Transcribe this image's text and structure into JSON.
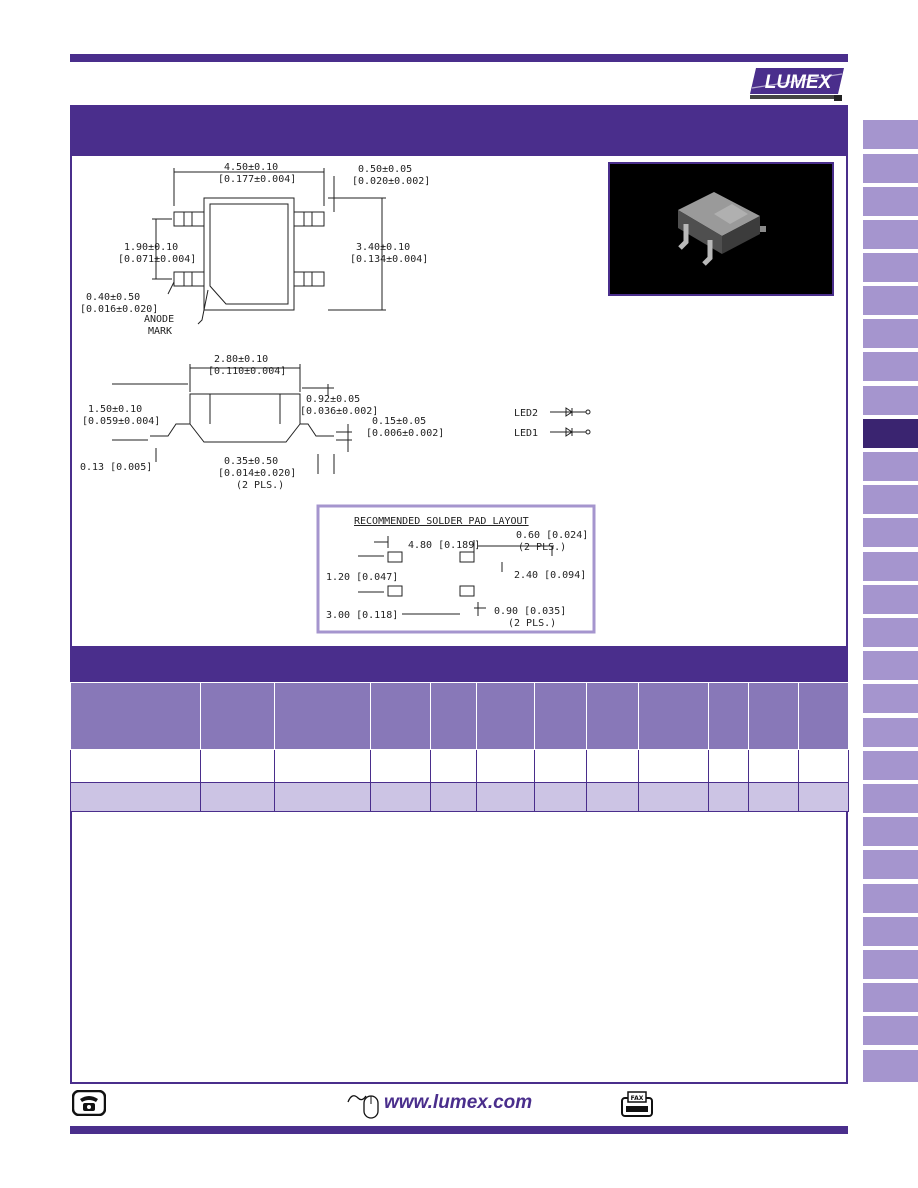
{
  "brand": {
    "logo_text": "LUMEX"
  },
  "outline": {
    "dim_width": "4.50±0.10",
    "dim_width_in": "[0.177±0.004]",
    "dim_lead_width": "0.50±0.05",
    "dim_lead_width_in": "[0.020±0.002]",
    "dim_pitch": "1.90±0.10",
    "dim_pitch_in": "[0.071±0.004]",
    "dim_height": "3.40±0.10",
    "dim_height_in": "[0.134±0.004]",
    "dim_lead_len": "0.40±0.50",
    "dim_lead_len_in": "[0.016±0.020]",
    "anode_label_1": "ANODE",
    "anode_label_2": "MARK"
  },
  "side": {
    "dim_body": "2.80±0.10",
    "dim_body_in": "[0.110±0.004]",
    "dim_total_h": "1.50±0.10",
    "dim_total_h_in": "[0.059±0.004]",
    "dim_lead_h": "0.92±0.05",
    "dim_lead_h_in": "[0.036±0.002]",
    "dim_lead_t": "0.15±0.05",
    "dim_lead_t_in": "[0.006±0.002]",
    "dim_standoff": "0.13  [0.005]",
    "dim_foot": "0.35±0.50",
    "dim_foot_in": "[0.014±0.020]",
    "dim_foot_pls": "(2 PLS.)"
  },
  "schematic": {
    "led2": "LED2",
    "led1": "LED1"
  },
  "pad_layout": {
    "title": "RECOMMENDED SOLDER PAD LAYOUT",
    "d1": "4.80  [0.189]",
    "d2": "0.60  [0.024]",
    "d2_pls": "(2 PLS.)",
    "d3": "1.20  [0.047]",
    "d4": "2.40  [0.094]",
    "d5": "3.00  [0.118]",
    "d6": "0.90  [0.035]",
    "d6_pls": "(2 PLS.)"
  },
  "footer": {
    "url": "www.lumex.com",
    "fax_label": "FAX"
  },
  "colors": {
    "brand_purple": "#4a2e8c",
    "tab_lavender": "#a595ce",
    "header_cell": "#8878b8",
    "row_alt": "#ccc4e4"
  }
}
